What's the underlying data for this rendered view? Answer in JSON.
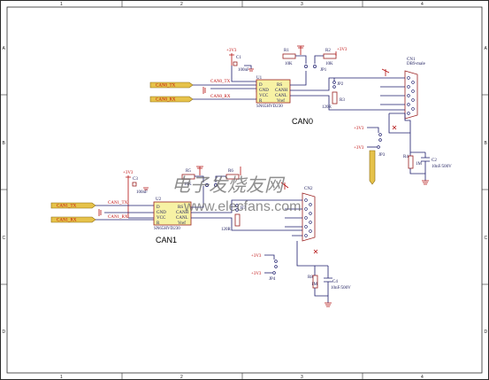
{
  "sheet": {
    "columns": [
      "1",
      "2",
      "3",
      "4"
    ],
    "rows": [
      "A",
      "B",
      "C",
      "D"
    ]
  },
  "watermark": {
    "cn": "电子发烧友网",
    "url": "www.elecfans.com"
  },
  "can0": {
    "title": "CAN0",
    "chip_ref": "U1",
    "chip_part": "SN65HVD230",
    "pins_left": [
      "D",
      "GND",
      "VCC",
      "R"
    ],
    "pins_right": [
      "RS",
      "CANH",
      "CANL",
      "Vref"
    ],
    "net_tx": "CAN0_TX",
    "net_rx": "CAN0_RX",
    "wire_tx": "CAN0_TX",
    "wire_rx": "CAN0_RX",
    "pwr": "+3V3",
    "cap_ref": "C1",
    "cap_val": "100nF",
    "r1_ref": "R1",
    "r1_val": "10K",
    "r2_ref": "R2",
    "r2_val": "10K",
    "jp1": "JP1",
    "jp2_ref": "JP2",
    "jp2_val": "R3",
    "term_res": "120R",
    "conn_ref": "CN1",
    "conn_part": "DB9-male",
    "r4_ref": "R4",
    "r4_val": "1M",
    "c2_ref": "C2",
    "c2_val": "10nF/500V",
    "jp_pwr": "+3V3",
    "jp_pwr2": "+3V3",
    "jp3": "JP3"
  },
  "can1": {
    "title": "CAN1",
    "chip_ref": "U2",
    "chip_part": "SN65HVD230",
    "pins_left": [
      "D",
      "GND",
      "VCC",
      "R"
    ],
    "pins_right": [
      "RS",
      "CANH",
      "CANL",
      "Vref"
    ],
    "net_tx": "CAN1_TX",
    "net_rx": "CAN1_RX",
    "wire_tx": "CAN1_TX",
    "wire_rx": "CAN1_RX",
    "pwr": "+3V3",
    "cap_ref": "C3",
    "cap_val": "100nF",
    "r5_ref": "R5",
    "r5_val": "10K",
    "r6_ref": "R6",
    "term_res": "120R",
    "r7_ref": "R7",
    "conn_ref": "CN2",
    "r8_ref": "R8",
    "r8_val": "1M",
    "c4_ref": "C4",
    "c4_val": "10nF/500V",
    "jp_pwr": "+3V3",
    "jp_pwr2": "+3V3",
    "jp4": "JP4"
  }
}
